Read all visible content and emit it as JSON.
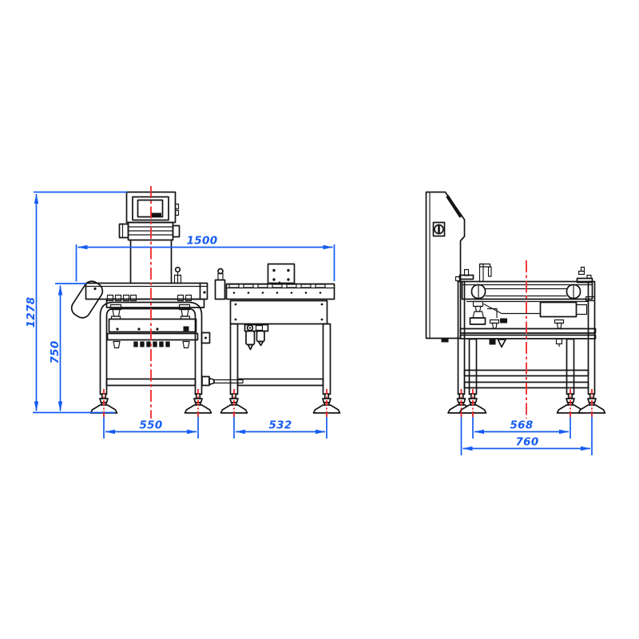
{
  "drawing": {
    "subject": "checkweigher-with-reject-conveyor",
    "colors": {
      "outline": "#141414",
      "dimension": "#155bf0",
      "centerline": "#ef2929",
      "background": "#ffffff"
    },
    "views": {
      "front": {
        "dims": {
          "overall_length": "1500",
          "overall_height": "1278",
          "belt_height": "750",
          "weigher_foot_span": "550",
          "reject_foot_span": "532"
        }
      },
      "side": {
        "dims": {
          "inner_foot_span": "568",
          "overall_depth": "760"
        }
      }
    }
  }
}
